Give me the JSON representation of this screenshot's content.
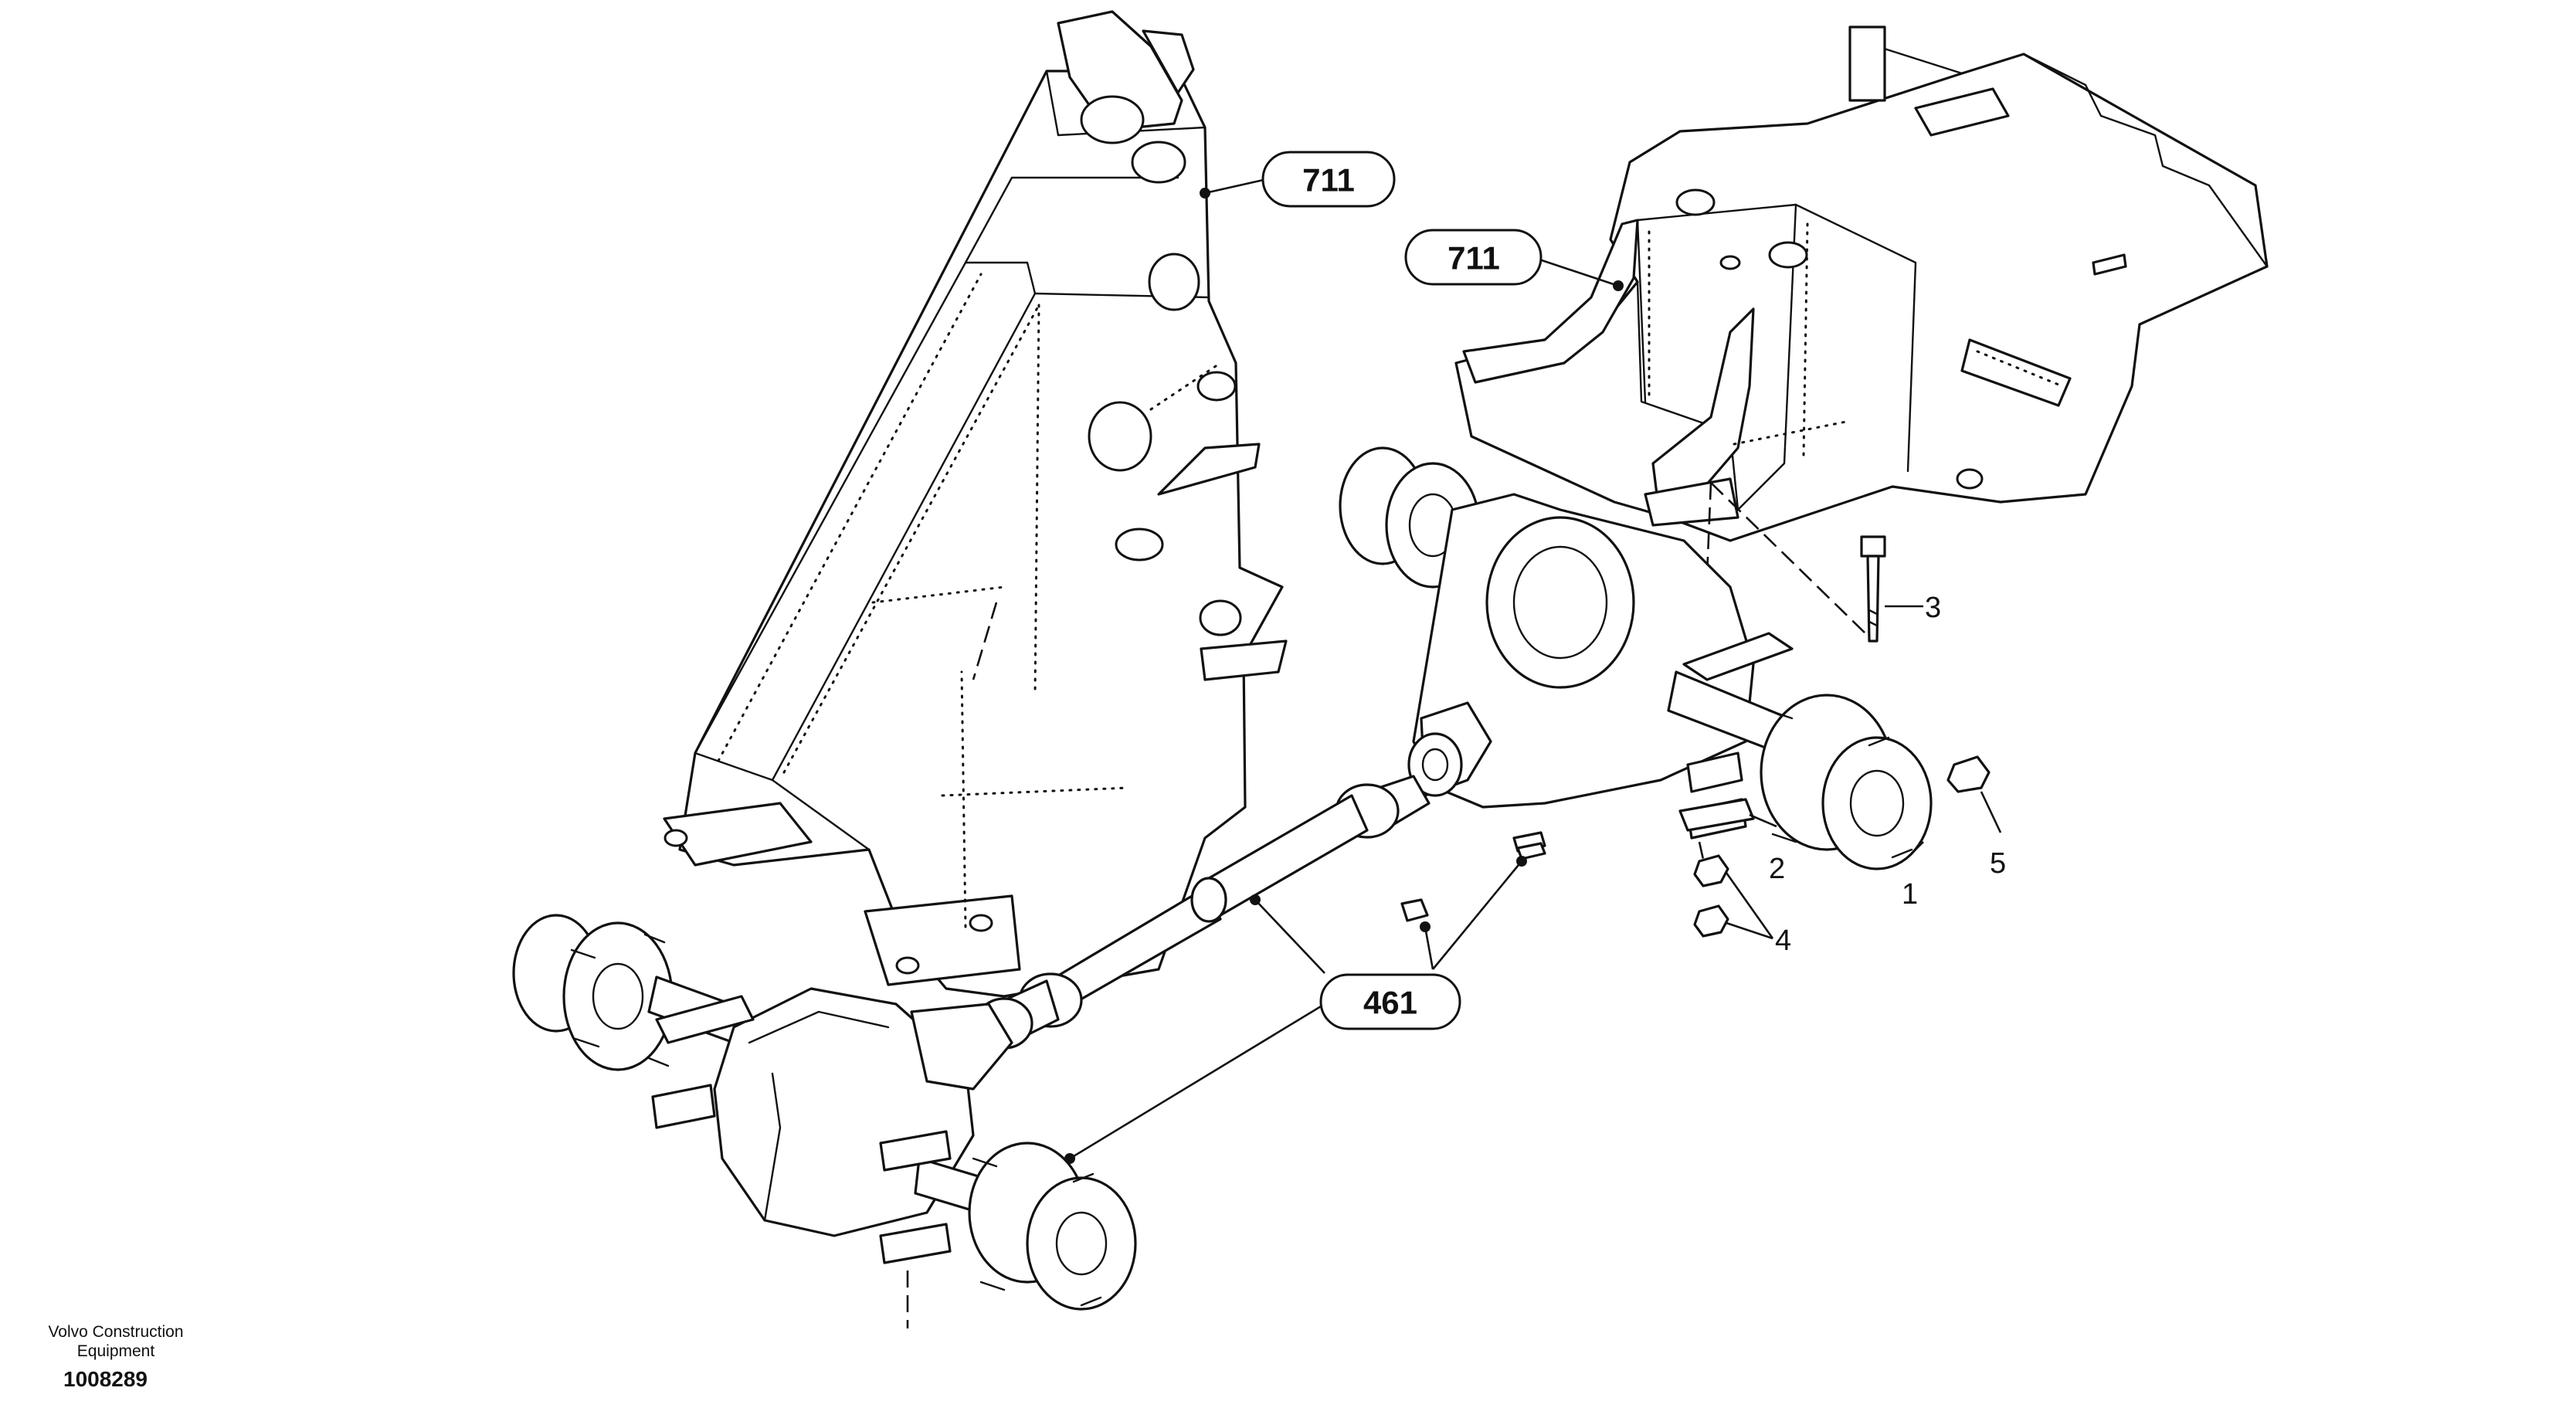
{
  "footer": {
    "brand_line1": "Volvo Construction",
    "brand_line2": "Equipment",
    "image_number": "1008289"
  },
  "ref_labels": {
    "frame_front": "711",
    "frame_rear": "711",
    "propeller_shaft": "461"
  },
  "callouts": {
    "item1": "1",
    "item2": "2",
    "item3": "3",
    "item4": "4",
    "item5": "5"
  }
}
